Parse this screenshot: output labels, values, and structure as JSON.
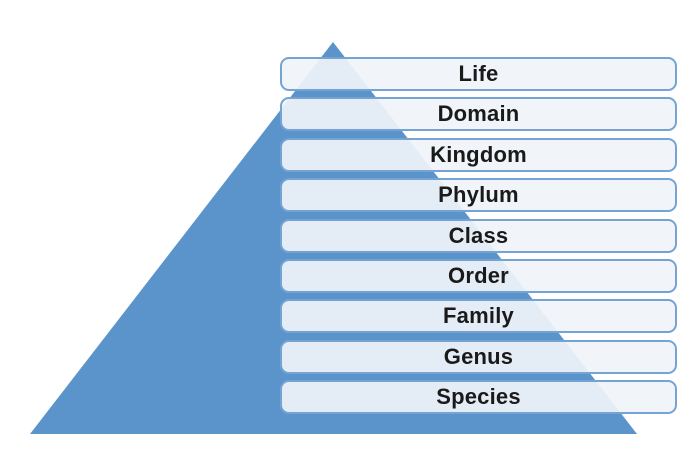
{
  "diagram": {
    "type": "pyramid",
    "description": "Biological taxonomy hierarchy pyramid",
    "levels": [
      "Life",
      "Domain",
      "Kingdom",
      "Phylum",
      "Class",
      "Order",
      "Family",
      "Genus",
      "Species"
    ]
  },
  "colors": {
    "triangle": "#5b94cb",
    "box_border": "#74a3d4",
    "box_fill": "rgba(240,244,250,0.92)",
    "text": "#1a1a1a",
    "background": "#ffffff"
  }
}
